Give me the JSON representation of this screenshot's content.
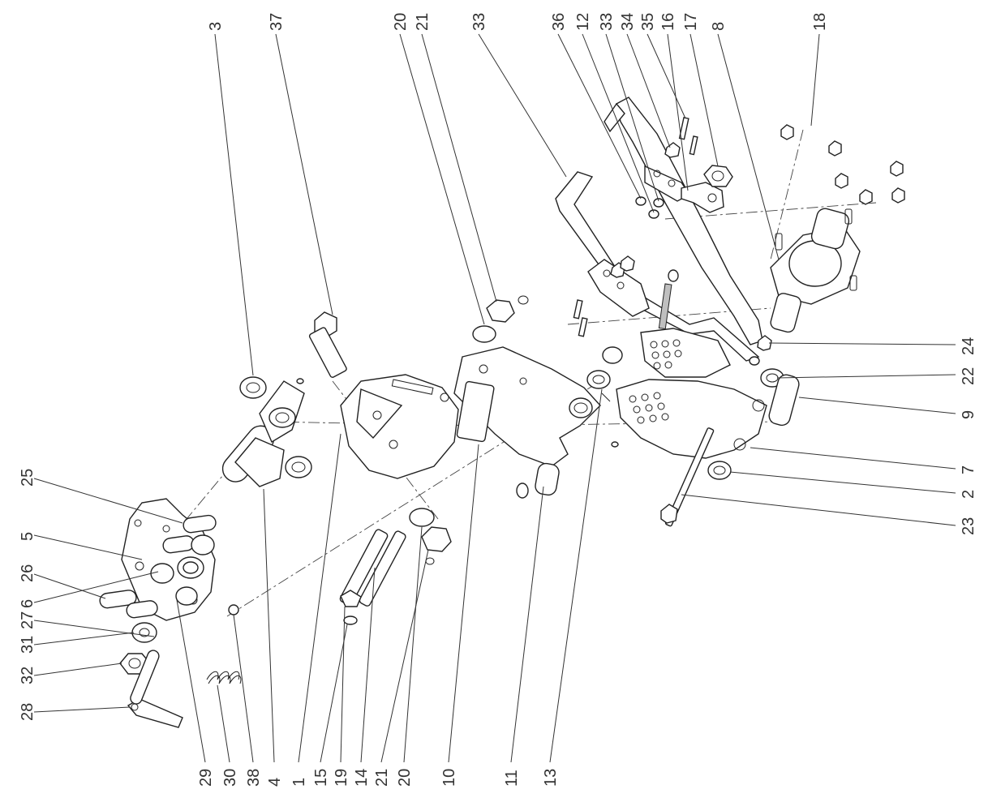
{
  "diagram": {
    "callouts_top": [
      "3",
      "37",
      "20",
      "21",
      "33",
      "36",
      "12",
      "33",
      "34",
      "35",
      "16",
      "17",
      "8",
      "18"
    ],
    "callouts_left": [
      "25",
      "5",
      "26",
      "6",
      "27",
      "31",
      "32",
      "28"
    ],
    "callouts_bottom": [
      "29",
      "30",
      "38",
      "4",
      "1",
      "15",
      "19",
      "14",
      "21",
      "20",
      "10",
      "11",
      "13"
    ],
    "callouts_right": [
      "24",
      "22",
      "9",
      "7",
      "2",
      "23"
    ]
  }
}
